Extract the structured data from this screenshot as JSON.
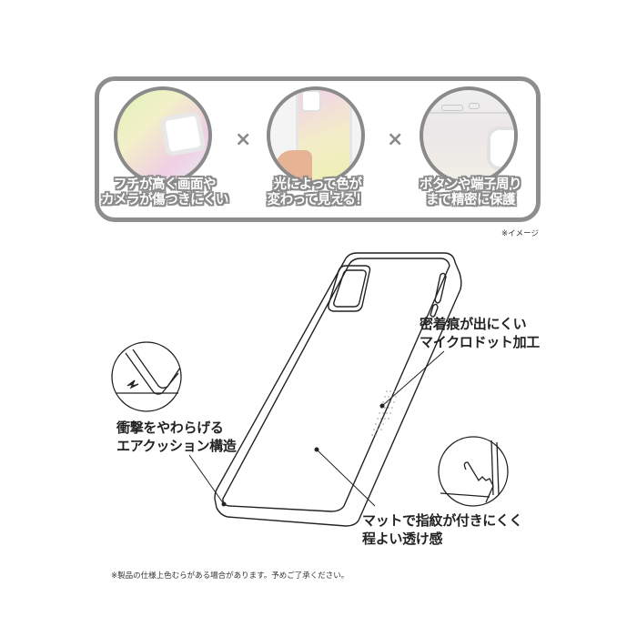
{
  "features": [
    {
      "caption_line1": "フチが高く画面や",
      "caption_line2": "カメラが傷つきにくい",
      "image": "raised-edge-camera-closeup"
    },
    {
      "caption_line1": "光によって色が",
      "caption_line2": "変わって見える！",
      "image": "iridescent-case-in-hand"
    },
    {
      "caption_line1": "ボタンや端子周り",
      "caption_line2": "まで精密に保護",
      "image": "button-port-closeup"
    }
  ],
  "separator_symbol": "×",
  "image_note": "※イメージ",
  "callouts": {
    "micro_dot": {
      "line1": "密着痕が出にくい",
      "line2": "マイクロドット加工"
    },
    "air_cushion": {
      "line1": "衝撃をやわらげる",
      "line2": "エアクッション構造"
    },
    "matte": {
      "line1": "マットで指紋が付きにくく",
      "line2": "程よい透け感"
    }
  },
  "footnote": "※製品の仕様上色むらがある場合があります。予めご了承ください。",
  "colors": {
    "frame_gray": "#8e8e8e",
    "line": "#222222"
  }
}
